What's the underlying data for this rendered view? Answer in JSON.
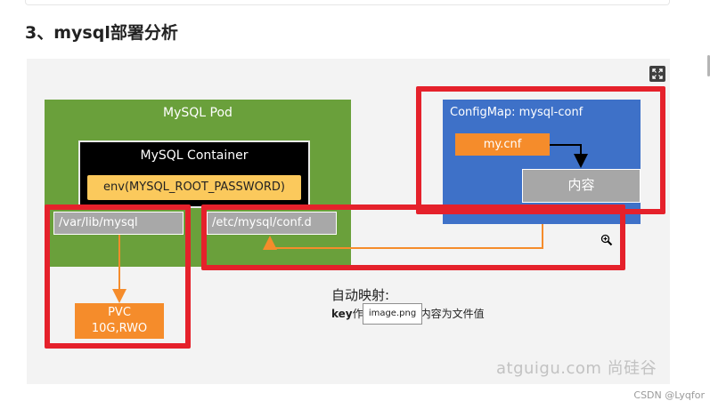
{
  "article": {
    "heading": "3、mysql部署分析",
    "footer_credit": "CSDN @Lyqfor"
  },
  "diagram": {
    "pod_title": "MySQL Pod",
    "container_title": "MySQL Container",
    "env_label": "env(MYSQL_ROOT_PASSWORD)",
    "volume_path_data": "/var/lib/mysql",
    "volume_path_conf": "/etc/mysql/conf.d",
    "pvc_line1": "PVC",
    "pvc_line2": "10G,RWO",
    "configmap_title": "ConfigMap:  mysql-conf",
    "configmap_key": "my.cnf",
    "configmap_value": "内容",
    "auto_map_title": "自动映射:",
    "key_prefix": "key",
    "key_partial": "作",
    "key_suffix": "内容为文件值",
    "tooltip_text": "image.png",
    "watermark": "atguigu.com  尚硅谷"
  },
  "colors": {
    "pod_green": "#6aa03b",
    "configmap_blue": "#3e71c8",
    "orange": "#f58c2b",
    "env_yellow": "#fbc95c",
    "highlight_red": "#e5212b"
  },
  "icons": {
    "expand": "expand-icon",
    "zoom_cursor": "zoom-in-icon"
  }
}
